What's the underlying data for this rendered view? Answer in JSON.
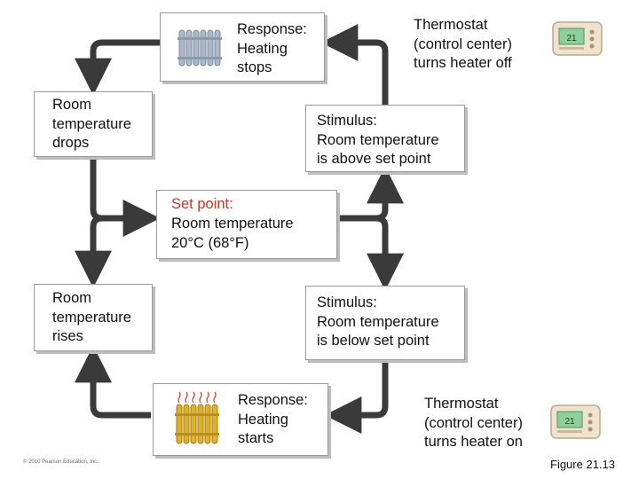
{
  "nodes": {
    "response_stops": "Response:\nHeating\nstops",
    "thermostat_off": "Thermostat\n(control center)\nturns heater off",
    "temp_drops": "Room\ntemperature\ndrops",
    "stimulus_above": "Stimulus:\nRoom temperature\nis above set point",
    "set_point_title": "Set point:",
    "set_point_body": "Room temperature\n20°C (68°F)",
    "temp_rises": "Room\ntemperature\nrises",
    "stimulus_below": "Stimulus:\nRoom temperature\nis below set point",
    "response_starts": "Response:\nHeating\nstarts",
    "thermostat_on": "Thermostat\n(control center)\nturns heater on"
  },
  "thermostat_display": "21",
  "copyright": "© 2010 Pearson Education, Inc.",
  "figure_label": "Figure 21.13",
  "colors": {
    "arrow": "#3a3a3a",
    "set_point_title": "#c0392b",
    "radiator_cold": "#aab8c8",
    "radiator_hot": "#e0b128",
    "heat_waves": "#c0392b",
    "thermostat_screen": "#8fcf9a"
  }
}
